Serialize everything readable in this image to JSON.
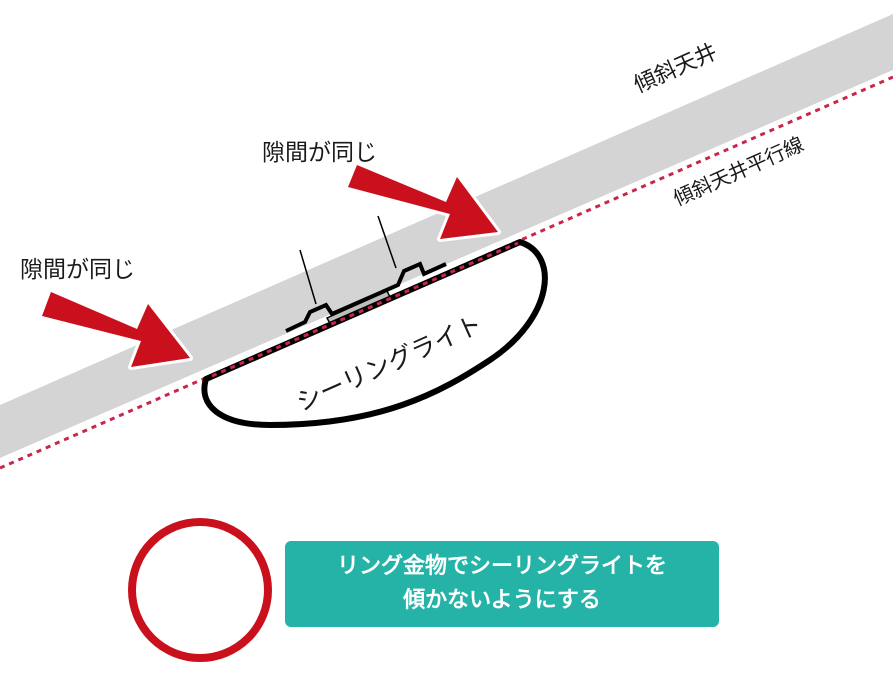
{
  "labels": {
    "ceiling": "傾斜天井",
    "parallel": "傾斜天井平行線",
    "gap_top": "隙間が同じ",
    "gap_left": "隙間が同じ",
    "ceiling_light": "シーリングライト"
  },
  "note": {
    "line1": "リング金物でシーリングライトを",
    "line2": "傾かないようにする"
  },
  "colors": {
    "ceiling_band": "#d4d4d4",
    "arrow": "#c9101c",
    "parallel_line": "#c9264a",
    "ok_circle": "#c9101c",
    "note_bg": "#25b3a8"
  },
  "icons": {
    "ok": "circle-ok-icon"
  }
}
